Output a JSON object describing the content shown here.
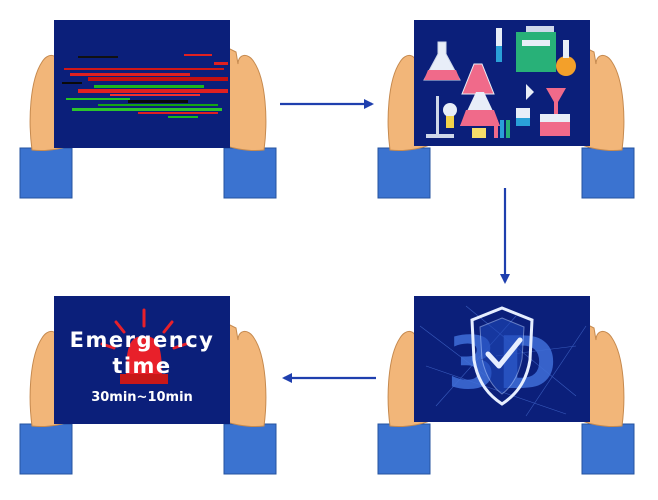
{
  "colors": {
    "background": "#ffffff",
    "screen": "#0b1f7a",
    "skin": "#f2b679",
    "sleeve": "#3b73d0",
    "arrow": "#1f3fae",
    "alarm": "#e8202a"
  },
  "panels": [
    {
      "id": "data-screen",
      "content": "horizontal colored data bars"
    },
    {
      "id": "laboratory-screen",
      "content": "laboratory glassware illustration"
    },
    {
      "id": "security-screen",
      "content": "shield with check mark over 3D"
    },
    {
      "id": "emergency-screen",
      "content": "alarm light"
    }
  ],
  "security_badge_text": "3D",
  "emergency": {
    "title_line1": "Emergency",
    "title_line2": "time",
    "duration": "30min~10min"
  },
  "flow": [
    "data-screen",
    "laboratory-screen",
    "security-screen",
    "emergency-screen"
  ]
}
